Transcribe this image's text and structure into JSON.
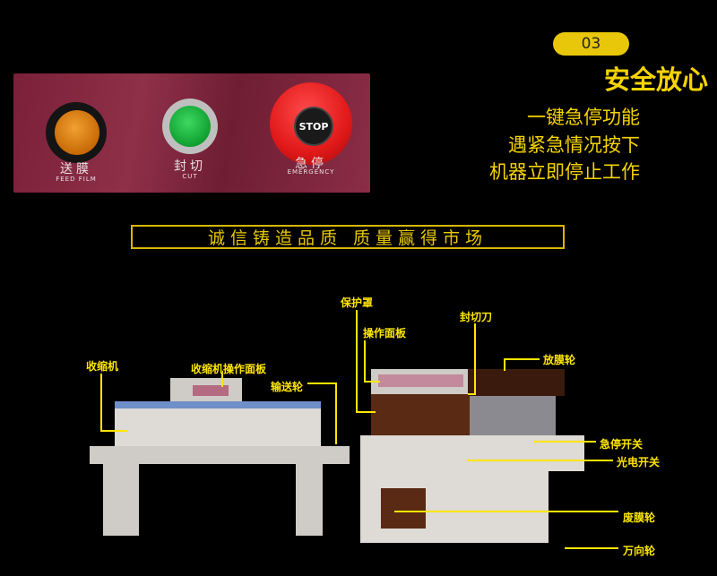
{
  "badge": {
    "number": "03"
  },
  "heading": {
    "title": "安全放心"
  },
  "description": {
    "lines": [
      "一键急停功能",
      "遇紧急情况按下",
      "机器立即停止工作"
    ]
  },
  "control_panel": {
    "buttons": [
      {
        "label_cn": "送膜",
        "label_en": "FEED FILM",
        "color": "#d67a10"
      },
      {
        "label_cn": "封切",
        "label_en": "CUT",
        "color": "#18b038"
      },
      {
        "label_cn": "急停",
        "label_en": "EMERGENCY",
        "color": "#e01818",
        "cap_text": "STOP"
      }
    ]
  },
  "banner": {
    "text": "诚信铸造品质 质量赢得市场"
  },
  "machine_labels": {
    "shrink_machine": "收缩机",
    "shrink_panel": "收缩机操作面板",
    "conveyor_wheel": "输送轮",
    "protective_cover": "保护罩",
    "operation_panel": "操作面板",
    "sealing_knife": "封切刀",
    "film_release_wheel": "放膜轮",
    "emergency_switch": "急停开关",
    "photoelectric_switch": "光电开关",
    "waste_film_wheel": "废膜轮",
    "caster_wheel": "万向轮"
  },
  "colors": {
    "accent": "#f5d400",
    "background": "#000000",
    "panel": "#7e2540"
  }
}
